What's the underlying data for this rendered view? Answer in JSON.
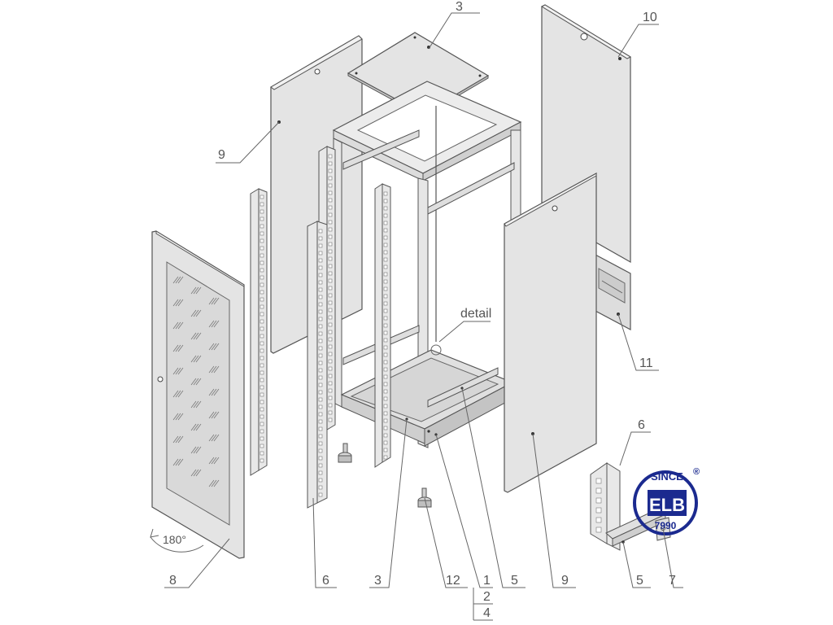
{
  "callouts": {
    "top_cover": "3",
    "right_side_panel": "10",
    "left_side_panel": "9",
    "detail": "detail",
    "plinth": "11",
    "bracket_rail": "6",
    "logo_detail_rail": "6",
    "front_door": "8",
    "rotation": "180°",
    "bottom_plate": "3",
    "feet": "12",
    "bottom_1": "1",
    "bottom_2": "2",
    "bottom_4": "4",
    "cross_rail": "5",
    "front_panel": "9",
    "logo_detail_bar": "5",
    "logo_detail_nut": "7"
  },
  "logo": {
    "top_text": "SINCE",
    "bottom_text": "7990",
    "monogram": "ELB",
    "registered": "®",
    "color": "#1b2a8f"
  }
}
